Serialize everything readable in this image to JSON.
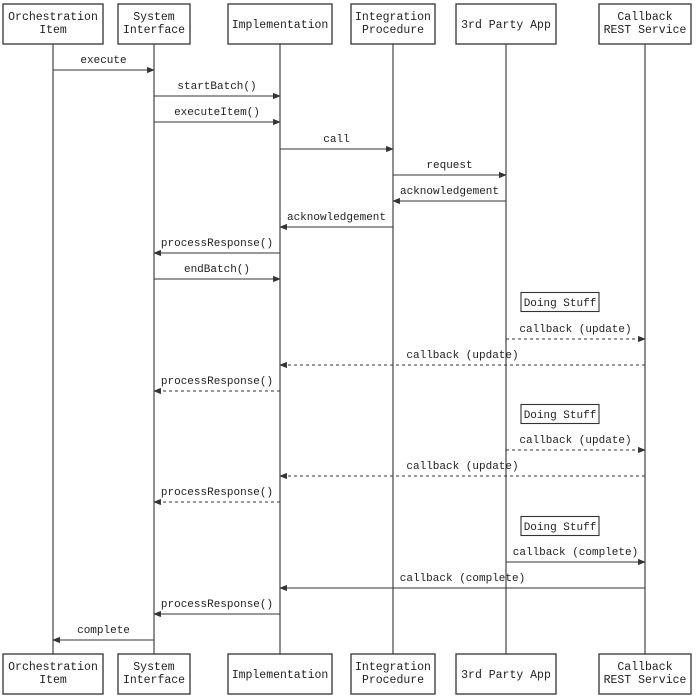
{
  "participants": [
    {
      "id": "orchestration",
      "lines": [
        "Orchestration",
        "Item"
      ]
    },
    {
      "id": "system",
      "lines": [
        "System",
        "Interface"
      ]
    },
    {
      "id": "implementation",
      "lines": [
        "Implementation"
      ]
    },
    {
      "id": "integration",
      "lines": [
        "Integration",
        "Procedure"
      ]
    },
    {
      "id": "thirdparty",
      "lines": [
        "3rd Party App"
      ]
    },
    {
      "id": "callback",
      "lines": [
        "Callback",
        "REST Service"
      ]
    }
  ],
  "steps": [
    {
      "kind": "message",
      "from": "orchestration",
      "to": "system",
      "label": "execute",
      "style": "solid"
    },
    {
      "kind": "message",
      "from": "system",
      "to": "implementation",
      "label": "startBatch()",
      "style": "solid"
    },
    {
      "kind": "message",
      "from": "system",
      "to": "implementation",
      "label": "executeItem()",
      "style": "solid"
    },
    {
      "kind": "message",
      "from": "implementation",
      "to": "integration",
      "label": "call",
      "style": "solid"
    },
    {
      "kind": "message",
      "from": "integration",
      "to": "thirdparty",
      "label": "request",
      "style": "solid"
    },
    {
      "kind": "message",
      "from": "thirdparty",
      "to": "integration",
      "label": "acknowledgement",
      "style": "solid"
    },
    {
      "kind": "message",
      "from": "integration",
      "to": "implementation",
      "label": "acknowledgement",
      "style": "solid"
    },
    {
      "kind": "message",
      "from": "implementation",
      "to": "system",
      "label": "processResponse()",
      "style": "solid"
    },
    {
      "kind": "message",
      "from": "system",
      "to": "implementation",
      "label": "endBatch()",
      "style": "solid"
    },
    {
      "kind": "note",
      "over": "thirdparty",
      "label": "Doing Stuff"
    },
    {
      "kind": "message",
      "from": "thirdparty",
      "to": "callback",
      "label": "callback (update)",
      "style": "dashed"
    },
    {
      "kind": "message",
      "from": "callback",
      "to": "implementation",
      "label": "callback (update)",
      "style": "dashed"
    },
    {
      "kind": "message",
      "from": "implementation",
      "to": "system",
      "label": "processResponse()",
      "style": "dashed"
    },
    {
      "kind": "note",
      "over": "thirdparty",
      "label": "Doing Stuff"
    },
    {
      "kind": "message",
      "from": "thirdparty",
      "to": "callback",
      "label": "callback (update)",
      "style": "dashed"
    },
    {
      "kind": "message",
      "from": "callback",
      "to": "implementation",
      "label": "callback (update)",
      "style": "dashed"
    },
    {
      "kind": "message",
      "from": "implementation",
      "to": "system",
      "label": "processResponse()",
      "style": "dashed"
    },
    {
      "kind": "note",
      "over": "thirdparty",
      "label": "Doing Stuff"
    },
    {
      "kind": "message",
      "from": "thirdparty",
      "to": "callback",
      "label": "callback (complete)",
      "style": "solid"
    },
    {
      "kind": "message",
      "from": "callback",
      "to": "implementation",
      "label": "callback (complete)",
      "style": "solid"
    },
    {
      "kind": "message",
      "from": "implementation",
      "to": "system",
      "label": "processResponse()",
      "style": "solid"
    },
    {
      "kind": "message",
      "from": "system",
      "to": "orchestration",
      "label": "complete",
      "style": "solid"
    }
  ]
}
